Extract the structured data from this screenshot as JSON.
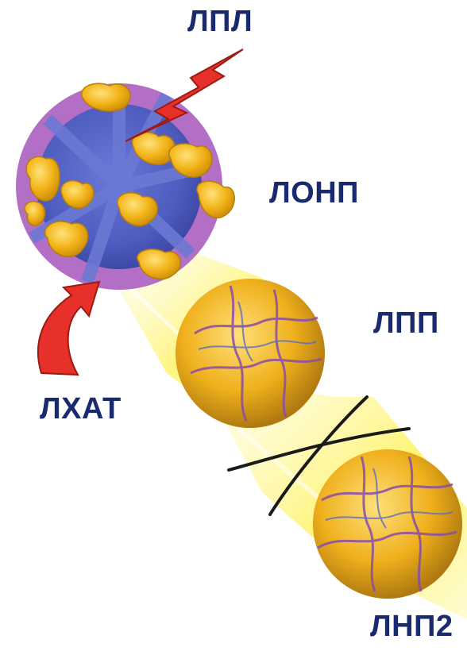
{
  "labels": {
    "lpl": "ЛПЛ",
    "lonp": "ЛОНП",
    "lpp": "ЛПП",
    "lhat": "ЛХАТ",
    "lnp2": "ЛНП2"
  },
  "colors": {
    "label": "#1a2a6e",
    "arrow": "#e8302a",
    "vldl_core": "#5060c0",
    "vldl_rim": "#b070c8",
    "apoprotein": "#f2b418",
    "trail": "#fff36a",
    "cross": "#1a1a1a"
  },
  "icons": {
    "enzyme_arrows": "red-lightning-arrow",
    "inhibition": "black-cross"
  }
}
